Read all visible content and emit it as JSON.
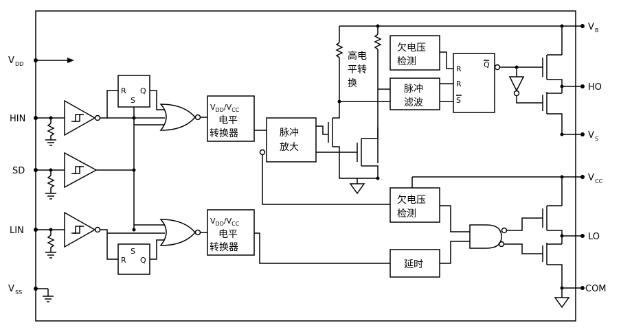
{
  "pins": {
    "vdd": {
      "main": "V",
      "sub": "DD"
    },
    "hin": "HIN",
    "sd": "SD",
    "lin": "LIN",
    "vss": {
      "main": "V",
      "sub": "SS"
    },
    "vb": {
      "main": "V",
      "sub": "B"
    },
    "ho": "HO",
    "vs": {
      "main": "V",
      "sub": "S"
    },
    "vcc": {
      "main": "V",
      "sub": "CC"
    },
    "lo": "LO",
    "com": "COM"
  },
  "blocks": {
    "level_shifter": {
      "v1": "V",
      "s1": "DD",
      "slash": "/",
      "v2": "V",
      "s2": "CC",
      "line2": "电平",
      "line3": "转换器"
    },
    "pulse_amp": {
      "line1": "脉冲",
      "line2": "放大"
    },
    "hv_shift": {
      "c1": "高电",
      "c2": "平转",
      "c3": "换"
    },
    "uv_detect": {
      "line1": "欠电压",
      "line2": "检测"
    },
    "pulse_filter": {
      "line1": "脉冲",
      "line2": "滤波"
    },
    "delay": "延时"
  },
  "flipflop_labels": {
    "r": "R",
    "s": "S",
    "q": "Q",
    "qbar": "Q",
    "sbar": "S"
  },
  "colors": {
    "line": "#000000",
    "background": "#ffffff"
  }
}
